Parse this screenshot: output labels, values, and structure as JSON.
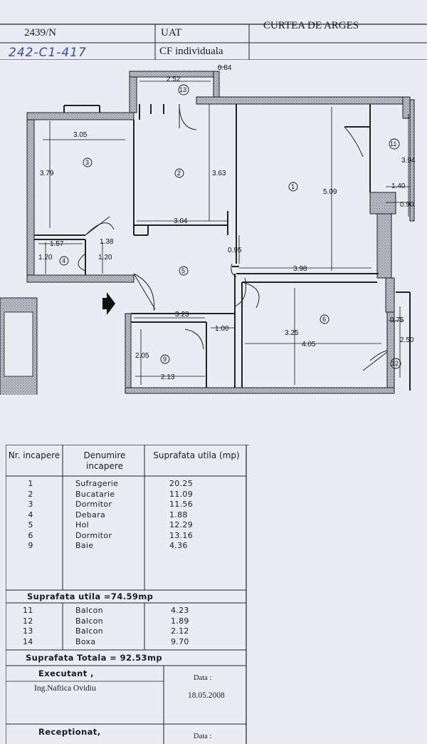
{
  "header": {
    "doc_number": "2439/N",
    "handwritten_note": "242-C1-417",
    "uat_label": "UAT",
    "cf_label": "CF individuala",
    "location": "CURTEA DE ARGES"
  },
  "plan": {
    "dimensions": [
      "2.52",
      "0.84",
      "3.05",
      "3.79",
      "3.63",
      "5.09",
      "3.94",
      "1.40",
      "0.90",
      "3.04",
      "1.38",
      "1.57",
      "1.20",
      "1.20",
      "0.95",
      "3.98",
      "3.23",
      "1.00",
      "3.25",
      "4.05",
      "0.75",
      "2.50",
      "2.05",
      "2.13"
    ],
    "room_numbers": [
      "1",
      "2",
      "3",
      "4",
      "5",
      "6",
      "9",
      "11",
      "12",
      "13"
    ]
  },
  "table": {
    "headers": [
      "Nr. incapere",
      "Denumire incapere",
      "Suprafata utila (mp)"
    ],
    "rooms": [
      {
        "nr": "1",
        "name": "Sufragerie",
        "area": "20.25"
      },
      {
        "nr": "2",
        "name": "Bucatarie",
        "area": "11.09"
      },
      {
        "nr": "3",
        "name": "Dormitor",
        "area": "11.56"
      },
      {
        "nr": "4",
        "name": "Debara",
        "area": "1.88"
      },
      {
        "nr": "5",
        "name": "Hol",
        "area": "12.29"
      },
      {
        "nr": "6",
        "name": "Dormitor",
        "area": "13.16"
      },
      {
        "nr": "9",
        "name": "Baie",
        "area": "4.36"
      }
    ],
    "useful_total": "Suprafata utila =74.59mp",
    "balconies": [
      {
        "nr": "11",
        "name": "Balcon",
        "area": "4.23"
      },
      {
        "nr": "12",
        "name": "Balcon",
        "area": "1.89"
      },
      {
        "nr": "13",
        "name": "Balcon",
        "area": "2.12"
      },
      {
        "nr": "14",
        "name": "Boxa",
        "area": "9.70"
      }
    ],
    "grand_total": "Suprafata Totala = 92.53mp",
    "executant_label": "Executant ,",
    "executant_name": "Ing.Naftica Ovidiu",
    "date_label": "Data :",
    "date_value": "18.05.2008",
    "receptionat_label": "Receptionat,",
    "date_label_2": "Data :"
  }
}
